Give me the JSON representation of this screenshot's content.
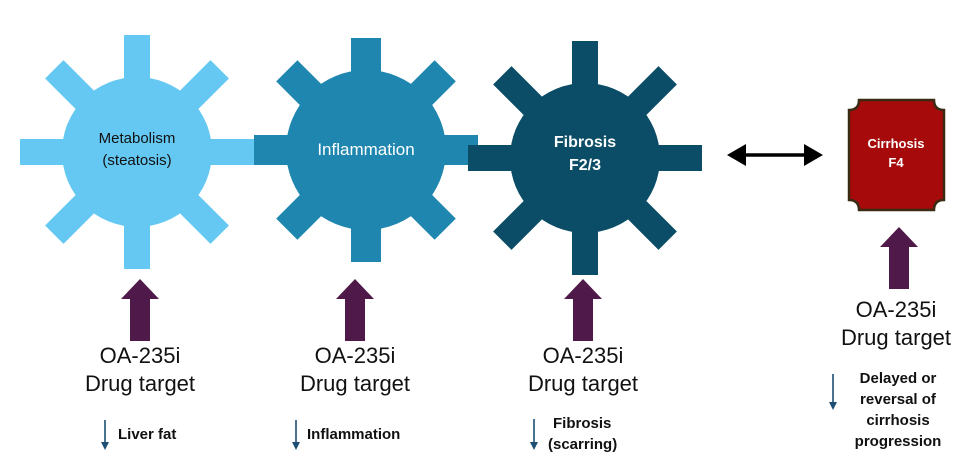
{
  "colors": {
    "gear_metabolism": "#64c8f2",
    "gear_inflammation": "#1f86b0",
    "gear_fibrosis": "#0b4d66",
    "cirrhosis_fill": "#a60a0a",
    "cirrhosis_stroke": "#3a2a12",
    "up_arrow": "#4f1a4a",
    "down_arrow": "#1c4f72",
    "double_arrow": "#000000"
  },
  "gears": [
    {
      "label_line1": "Metabolism",
      "label_line2": "(steatosis)"
    },
    {
      "label_line1": "Inflammation",
      "label_line2": ""
    },
    {
      "label_line1": "Fibrosis",
      "label_line2": "F2/3"
    }
  ],
  "cirrhosis": {
    "label_line1": "Cirrhosis",
    "label_line2": "F4"
  },
  "drug_targets": [
    {
      "line1": "OA-235i",
      "line2": "Drug target"
    },
    {
      "line1": "OA-235i",
      "line2": "Drug target"
    },
    {
      "line1": "OA-235i",
      "line2": "Drug target"
    },
    {
      "line1": "OA-235i",
      "line2": "Drug target"
    }
  ],
  "effects": [
    {
      "lines": [
        "Liver fat"
      ]
    },
    {
      "lines": [
        "Inflammation"
      ]
    },
    {
      "lines": [
        "Fibrosis",
        "(scarring)"
      ]
    },
    {
      "lines": [
        "Delayed or",
        "reversal of",
        "cirrhosis",
        "progression"
      ]
    }
  ]
}
